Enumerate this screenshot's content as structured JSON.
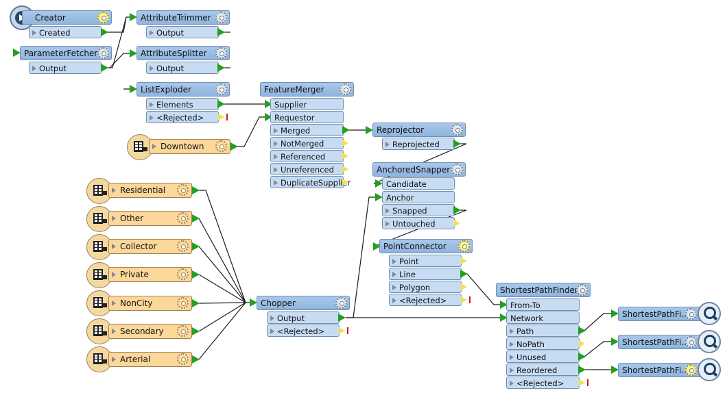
{
  "canvas": {
    "colors": {
      "wire": "#1a1a1a",
      "transformer": "#96bae2",
      "port": "#c7dcf3",
      "reader": "#fcd79a",
      "output_arrow": "#22a022",
      "rejected_arrow": "#f3e04a",
      "reject_bar": "#d01818"
    }
  },
  "transformers": {
    "creator": {
      "title": "Creator",
      "ports": [
        "Created"
      ],
      "gear": "yellow",
      "icon": "creator-play-icon"
    },
    "parameter_fetcher": {
      "title": "ParameterFetcher",
      "ports": [
        "Output"
      ]
    },
    "attribute_trimmer": {
      "title": "AttributeTrimmer",
      "ports": [
        "Output"
      ]
    },
    "attribute_splitter": {
      "title": "AttributeSplitter",
      "ports": [
        "Output"
      ]
    },
    "list_exploder": {
      "title": "ListExploder",
      "ports": [
        "Elements",
        "<Rejected>"
      ]
    },
    "feature_merger": {
      "title": "FeatureMerger",
      "inputs": [
        "Supplier",
        "Requestor"
      ],
      "ports": [
        "Merged",
        "NotMerged",
        "Referenced",
        "Unreferenced",
        "DuplicateSupplier"
      ]
    },
    "reprojector": {
      "title": "Reprojector",
      "ports": [
        "Reprojected"
      ]
    },
    "anchored_snapper": {
      "title": "AnchoredSnapper",
      "inputs": [
        "Candidate",
        "Anchor"
      ],
      "ports": [
        "Snapped",
        "Untouched"
      ]
    },
    "point_connector": {
      "title": "PointConnector",
      "gear": "yellow",
      "ports": [
        "Point",
        "Line",
        "Polygon",
        "<Rejected>"
      ]
    },
    "chopper": {
      "title": "Chopper",
      "ports": [
        "Output",
        "<Rejected>"
      ]
    },
    "shortest_path_finder": {
      "title": "ShortestPathFinder",
      "inputs": [
        "From-To",
        "Network"
      ],
      "ports": [
        "Path",
        "NoPath",
        "Unused",
        "Reordered",
        "<Rejected>"
      ]
    }
  },
  "readers": [
    "Downtown",
    "Residential",
    "Other",
    "Collector",
    "Private",
    "NonCity",
    "Secondary",
    "Arterial"
  ],
  "inspectors": [
    "ShortestPathFi...",
    "ShortestPathFi...",
    "ShortestPathFi..."
  ]
}
